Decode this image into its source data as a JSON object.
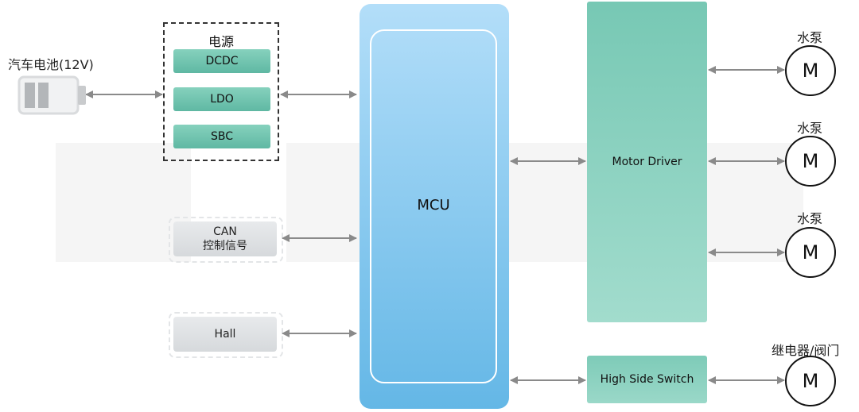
{
  "battery": {
    "label": "汽车电池(12V)"
  },
  "power": {
    "title": "电源",
    "items": [
      "DCDC",
      "LDO",
      "SBC"
    ]
  },
  "can": {
    "line1": "CAN",
    "line2": "控制信号"
  },
  "hall": {
    "label": "Hall"
  },
  "mcu": {
    "label": "MCU"
  },
  "motor_driver": {
    "label": "Motor Driver"
  },
  "high_side_switch": {
    "label": "High Side Switch"
  },
  "loads": [
    {
      "label": "水泵",
      "symbol": "M"
    },
    {
      "label": "水泵",
      "symbol": "M"
    },
    {
      "label": "水泵",
      "symbol": "M"
    },
    {
      "label": "继电器/阀门",
      "symbol": "M"
    }
  ],
  "colors": {
    "mcu_gradient_top": "#b3def9",
    "mcu_gradient_bottom": "#64b7e6",
    "green_block": "#7ecbb8",
    "arrow": "#8a8a8a"
  }
}
